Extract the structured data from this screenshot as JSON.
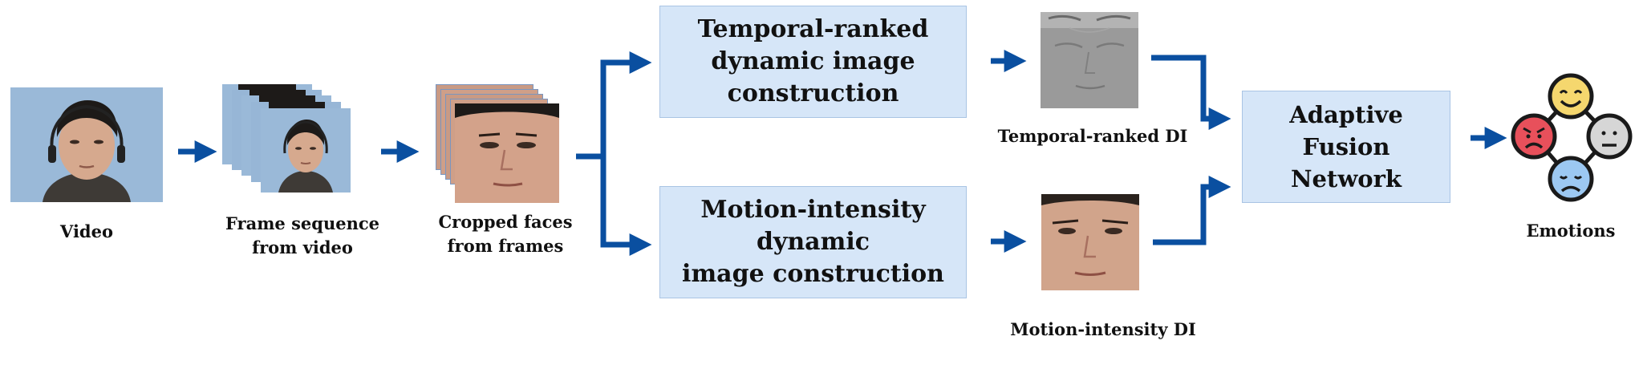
{
  "labels": {
    "video": "Video",
    "frame_sequence_line1": "Frame sequence",
    "frame_sequence_line2": "from video",
    "cropped_faces_line1": "Cropped faces",
    "cropped_faces_line2": "from frames",
    "temporal_di": "Temporal-ranked DI",
    "motion_di": "Motion-intensity DI",
    "emotions": "Emotions"
  },
  "boxes": {
    "temporal_line1": "Temporal-ranked",
    "temporal_line2": "dynamic image",
    "temporal_line3": "construction",
    "motion_line1": "Motion-intensity dynamic",
    "motion_line2": "image construction",
    "fusion_line1": "Adaptive Fusion",
    "fusion_line2": "Network"
  },
  "colors": {
    "arrow": "#0a4fa0",
    "box_fill": "#d6e6f8",
    "box_border": "#a9c4e4",
    "video_bg": "#9ab9d8",
    "emotion_happy": "#f5d76e",
    "emotion_angry": "#e8505b",
    "emotion_neutral": "#d6d6d6",
    "emotion_sad": "#9cc8f2"
  }
}
